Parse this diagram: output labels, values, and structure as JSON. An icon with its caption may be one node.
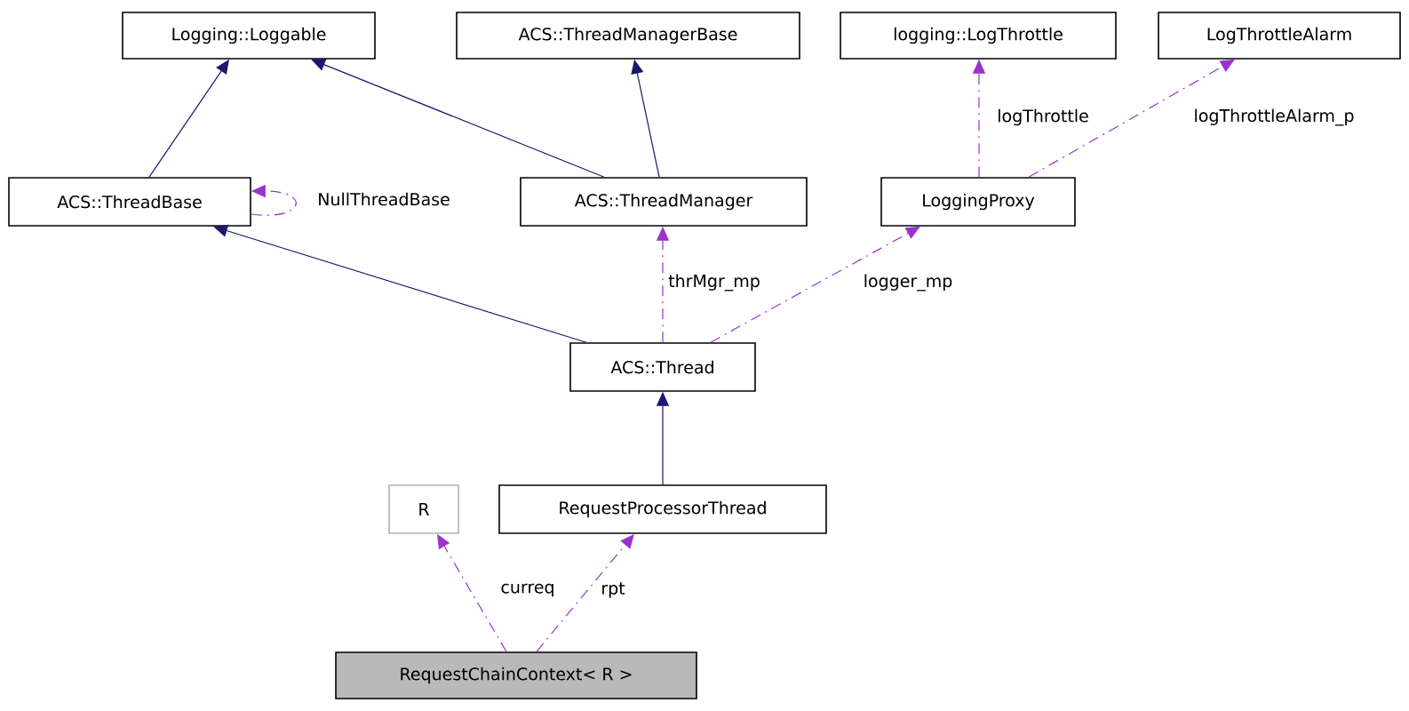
{
  "diagram": {
    "nodes": [
      {
        "text": [
          "Logging::Loggable"
        ]
      },
      {
        "text": [
          "ACS::ThreadManagerBase"
        ]
      },
      {
        "text": [
          "logging::LogThrottle"
        ]
      },
      {
        "text": [
          "LogThrottleAlarm"
        ]
      },
      {
        "text": [
          "ACS::ThreadBase"
        ]
      },
      {
        "text": [
          "ACS::ThreadManager"
        ]
      },
      {
        "text": [
          "LoggingProxy"
        ]
      },
      {
        "text": [
          "ACS::Thread"
        ]
      },
      {
        "text": [
          "R"
        ]
      },
      {
        "text": [
          "RequestProcessorThread"
        ]
      },
      {
        "text": [
          "RequestChainContext< R >"
        ]
      }
    ],
    "edges": [
      {
        "from": 4,
        "to": 0,
        "arrow": "to",
        "color": "#191970"
      },
      {
        "from": 5,
        "to": 0,
        "arrow": "to",
        "color": "#191970"
      },
      {
        "from": 5,
        "to": 1,
        "arrow": "to",
        "color": "#191970"
      },
      {
        "from": 4,
        "to": 4,
        "arrow": "to",
        "style": "dashed",
        "label": "NullThreadBase"
      },
      {
        "from": 6,
        "to": 2,
        "arrow": "to",
        "style": "dashed",
        "label": "logThrottle"
      },
      {
        "from": 6,
        "to": 3,
        "arrow": "to",
        "style": "dashed",
        "label": "logThrottleAlarm_p"
      },
      {
        "from": 7,
        "to": 4,
        "arrow": "to",
        "color": "#191970"
      },
      {
        "from": 7,
        "to": 5,
        "arrow": "to",
        "style": "dashed",
        "label": "thrMgr_mp"
      },
      {
        "from": 7,
        "to": 6,
        "arrow": "to",
        "style": "dashed",
        "label": "logger_mp"
      },
      {
        "from": 9,
        "to": 7,
        "arrow": "to",
        "color": "#191970"
      },
      {
        "from": 10,
        "to": 8,
        "arrow": "to",
        "style": "dashed",
        "label": "curreq"
      },
      {
        "from": 10,
        "to": 9,
        "arrow": "to",
        "style": "dashed",
        "label": "rpt"
      }
    ]
  }
}
